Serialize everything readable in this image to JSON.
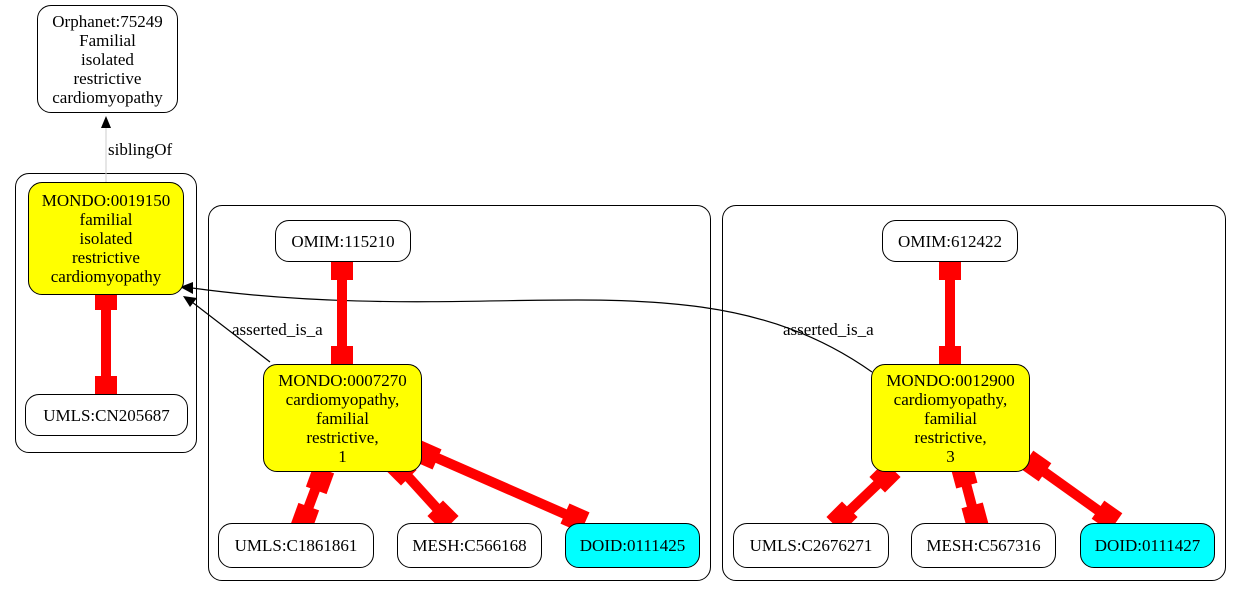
{
  "nodes": {
    "orphanet": "Orphanet:75249\nFamilial\nisolated\nrestrictive\ncardiomyopathy",
    "mondo_19150": "MONDO:0019150\nfamilial\nisolated\nrestrictive\ncardiomyopathy",
    "umls_cn205687": "UMLS:CN205687",
    "omim_115210": "OMIM:115210",
    "mondo_7270": "MONDO:0007270\ncardiomyopathy,\nfamilial\nrestrictive,\n1",
    "umls_c1861861": "UMLS:C1861861",
    "mesh_c566168": "MESH:C566168",
    "doid_0111425": "DOID:0111425",
    "omim_612422": "OMIM:612422",
    "mondo_12900": "MONDO:0012900\ncardiomyopathy,\nfamilial\nrestrictive,\n3",
    "umls_c2676271": "UMLS:C2676271",
    "mesh_c567316": "MESH:C567316",
    "doid_0111427": "DOID:0111427"
  },
  "edge_labels": {
    "sibling_of": "siblingOf",
    "asserted_is_a_left": "asserted_is_a",
    "asserted_is_a_right": "asserted_is_a"
  },
  "colors": {
    "mondo_fill": "#ffff00",
    "doid_fill": "#00ffff",
    "equivalence_edge": "#ff0000",
    "default_fill": "#ffffff"
  }
}
